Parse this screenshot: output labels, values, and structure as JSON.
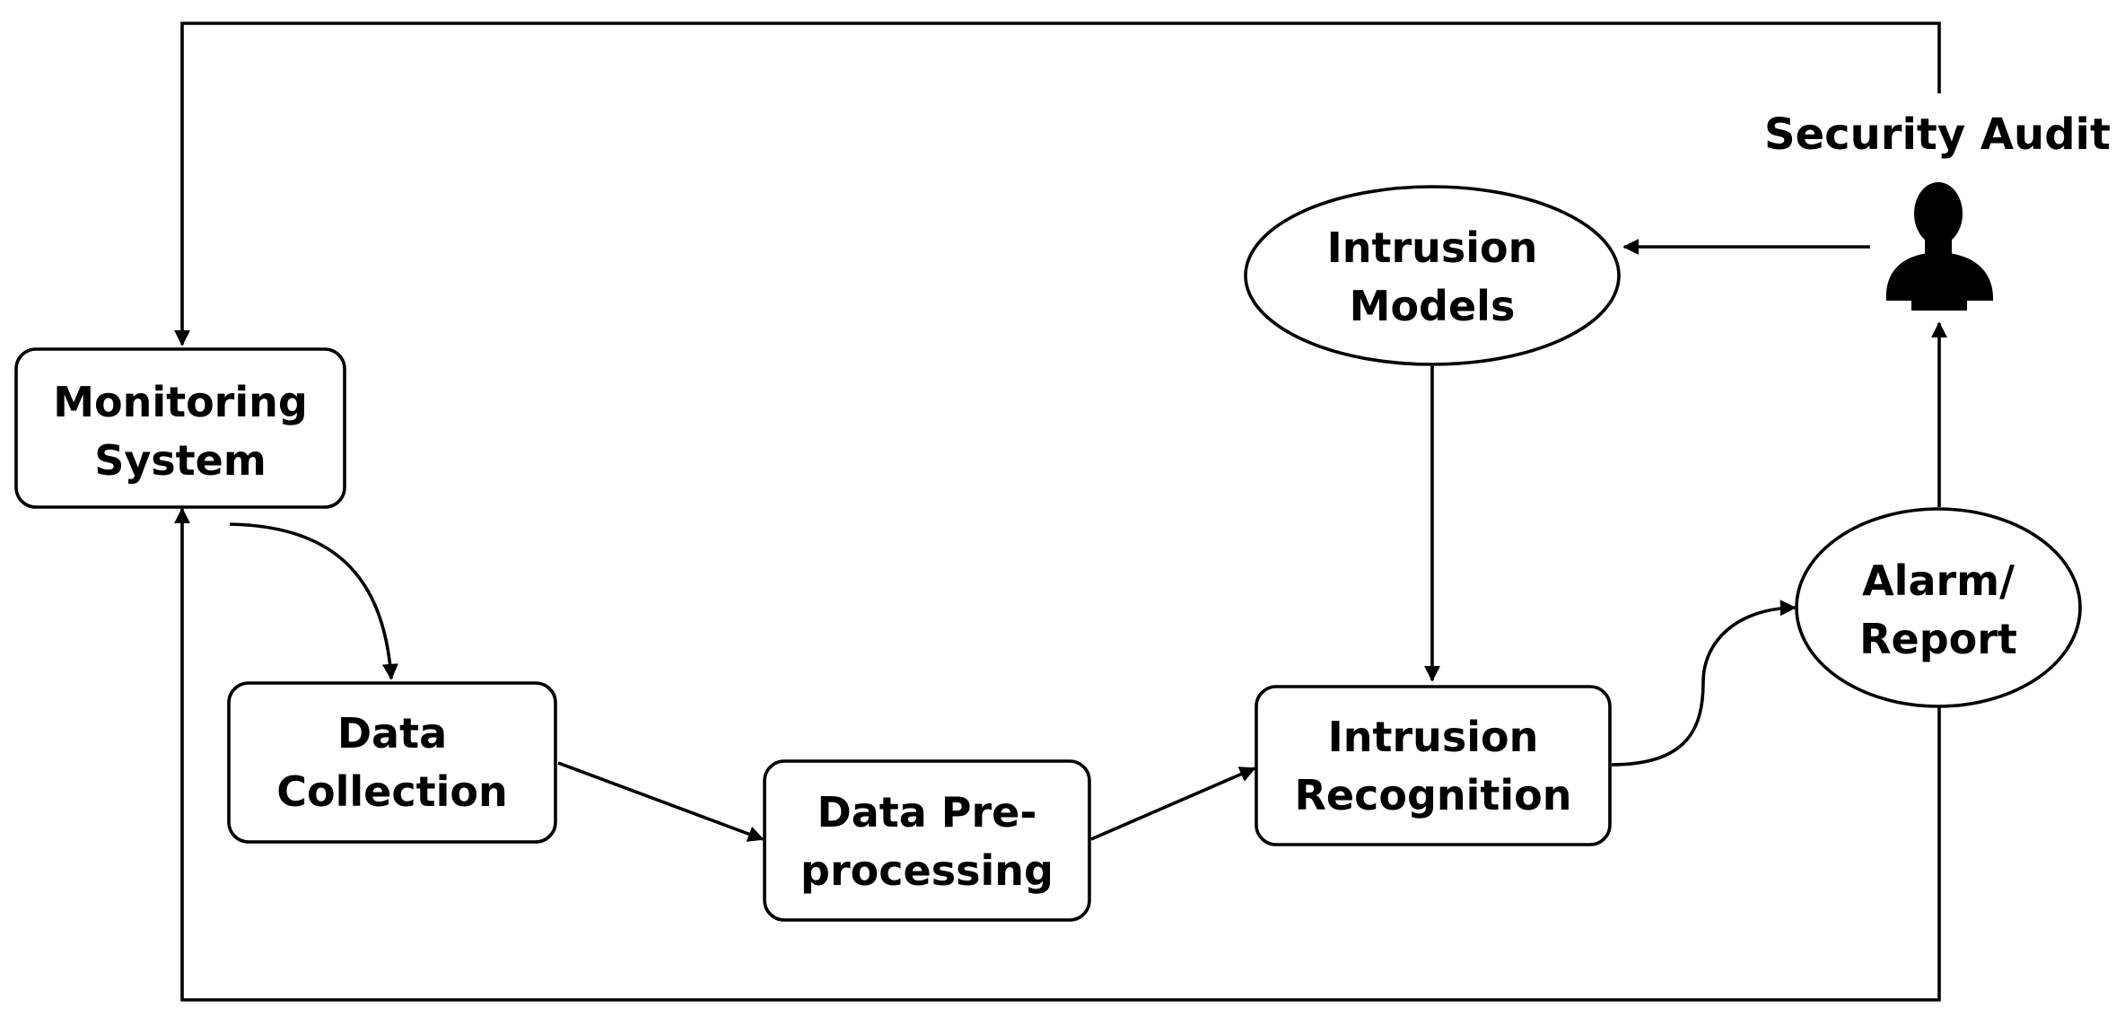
{
  "nodes": {
    "monitoring_system": {
      "line1": "Monitoring",
      "line2": "System"
    },
    "data_collection": {
      "line1": "Data",
      "line2": "Collection"
    },
    "data_preprocessing": {
      "line1": "Data Pre-",
      "line2": "processing"
    },
    "intrusion_recognition": {
      "line1": "Intrusion",
      "line2": "Recognition"
    },
    "intrusion_models": {
      "line1": "Intrusion",
      "line2": "Models"
    },
    "alarm_report": {
      "line1": "Alarm/",
      "line2": "Report"
    },
    "security_audit": {
      "label": "Security Audit",
      "icon": "person-silhouette-icon"
    }
  },
  "colors": {
    "stroke": "#000000",
    "fill": "#ffffff",
    "icon": "#000000"
  }
}
